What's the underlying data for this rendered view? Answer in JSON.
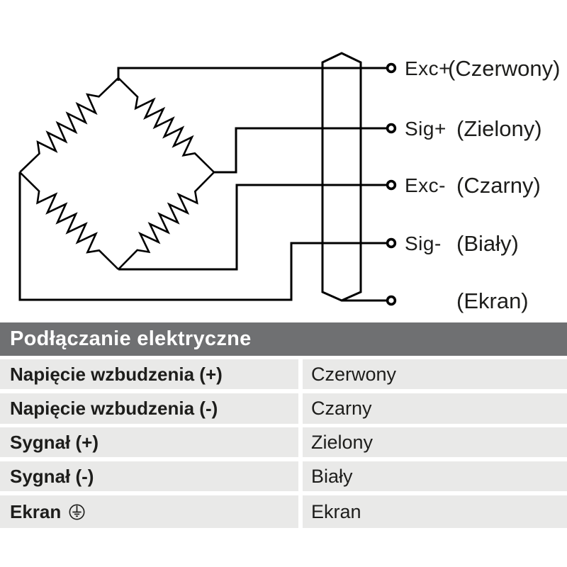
{
  "diagram": {
    "terminals": [
      {
        "name": "Exc+",
        "color": "(Czerwony)"
      },
      {
        "name": "Sig+",
        "color": "(Zielony)"
      },
      {
        "name": "Exc-",
        "color": "(Czarny)"
      },
      {
        "name": "Sig-",
        "color": "(Biały)"
      },
      {
        "name": "",
        "color": "(Ekran)"
      }
    ]
  },
  "table": {
    "header": "Podłączanie elektryczne",
    "rows": [
      {
        "label": "Napięcie wzbudzenia (+)",
        "value": "Czerwony"
      },
      {
        "label": "Napięcie wzbudzenia (-)",
        "value": "Czarny"
      },
      {
        "label": "Sygnał (+)",
        "value": "Zielony"
      },
      {
        "label": "Sygnał (-)",
        "value": "Biały"
      },
      {
        "label": "Ekran",
        "value": "Ekran",
        "icon": "protective-earth-icon"
      }
    ]
  },
  "colors": {
    "header_bg": "#6f7072",
    "row_bg": "#e9e9e8",
    "text": "#1d1d1b",
    "line": "#000000"
  }
}
